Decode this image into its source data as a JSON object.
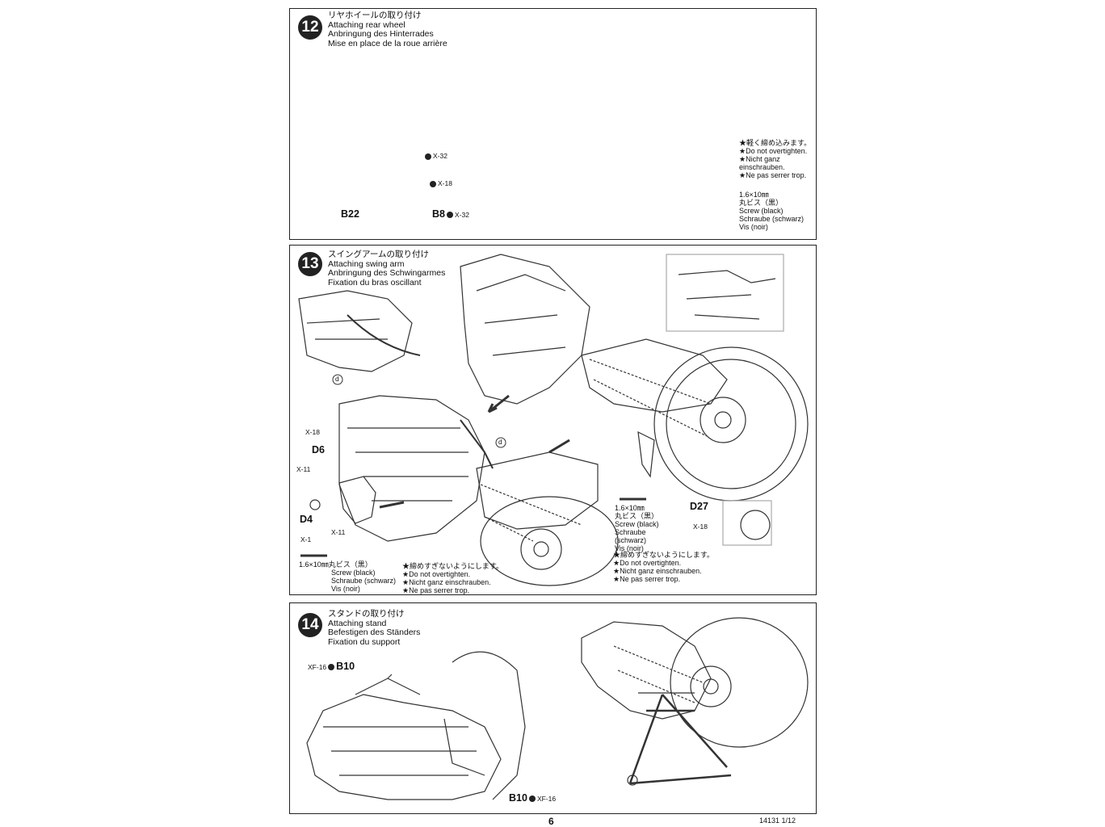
{
  "steps": [
    {
      "number": "12",
      "title_ja": "リヤホイールの取り付け",
      "title_en": "Attaching rear wheel",
      "title_de": "Anbringung des Hinterrades",
      "title_fr": "Mise en place de la roue arrière",
      "parts": [
        "X-32",
        "X-18",
        "B22",
        "B8",
        "X-32"
      ],
      "note": [
        "★軽く締め込みます。",
        "★Do not overtighten.",
        "★Nicht ganz",
        "einschrauben.",
        "★Ne pas serrer trop."
      ],
      "screw": [
        "1.6×10㎜",
        "丸ビス（黒）",
        "Screw (black)",
        "Schraube (schwarz)",
        "Vis (noir)"
      ]
    },
    {
      "number": "13",
      "title_ja": "スイングアームの取り付け",
      "title_en": "Attaching swing arm",
      "title_de": "Anbringung des Schwingarmes",
      "title_fr": "Fixation du bras oscillant",
      "parts": [
        "X-18",
        "D6",
        "X-11",
        "D4",
        "X-1",
        "X-11",
        "D27",
        "X-18"
      ],
      "marker": "d",
      "screw_left": [
        "1.6×10㎜丸ビス（黒）",
        "Screw (black)",
        "Schraube (schwarz)",
        "Vis (noir)"
      ],
      "note_left": [
        "★締めすぎないようにします。",
        "★Do not overtighten.",
        "★Nicht ganz einschrauben.",
        "★Ne pas serrer trop."
      ],
      "screw_right": [
        "1.6×10㎜",
        "丸ビス（黒）",
        "Screw (black)",
        "Schraube",
        "(schwarz)",
        "Vis (noir)"
      ],
      "note_right": [
        "★締めすぎないようにします。",
        "★Do not overtighten.",
        "★Nicht ganz einschrauben.",
        "★Ne pas serrer trop."
      ]
    },
    {
      "number": "14",
      "title_ja": "スタンドの取り付け",
      "title_en": "Attaching stand",
      "title_de": "Befestigen des Ständers",
      "title_fr": "Fixation du support",
      "parts": [
        "XF-16",
        "B10",
        "B10",
        "XF-16"
      ]
    }
  ],
  "footer": {
    "page": "6",
    "code": "14131  1/12"
  }
}
